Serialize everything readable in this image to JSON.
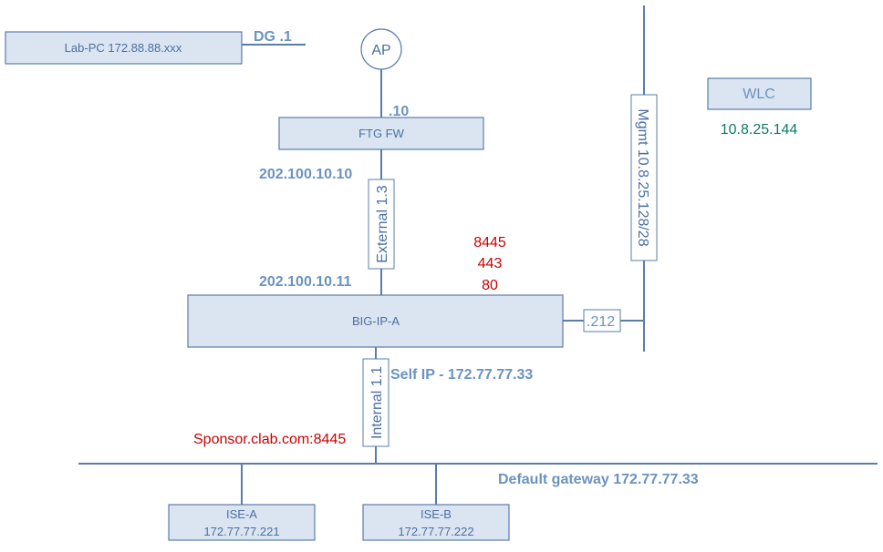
{
  "nodes": {
    "lab_pc": "Lab-PC 172.88.88.xxx",
    "ap": "AP",
    "ftg_fw": "FTG FW",
    "wlc": "WLC",
    "big_ip": "BIG-IP-A",
    "ise_a_name": "ISE-A",
    "ise_a_ip": "172.77.77.221",
    "ise_b_name": "ISE-B",
    "ise_b_ip": "172.77.77.222"
  },
  "labels": {
    "dg": "DG .1",
    "ap_ip": ".10",
    "fw_external_ip": "202.100.10.10",
    "external_link": "External 1.3",
    "big_ip_external_ip": "202.100.10.11",
    "mgmt_link": "Mgmt 10.8.25.128/28",
    "wlc_ip": "10.8.25.144",
    "mgmt_ip": ".212",
    "internal_link": "Internal 1.1",
    "self_ip": "Self IP - 172.77.77.33",
    "default_gateway": "Default gateway 172.77.77.33"
  },
  "ports": [
    "8445",
    "443",
    "80"
  ],
  "sponsor": "Sponsor.clab.com:8445",
  "colors": {
    "box_fill": "#dbe5f1",
    "line": "#5a7da8",
    "label": "#6b93c0",
    "port_red": "#cc0000",
    "wlc_green": "#0e7a67"
  }
}
